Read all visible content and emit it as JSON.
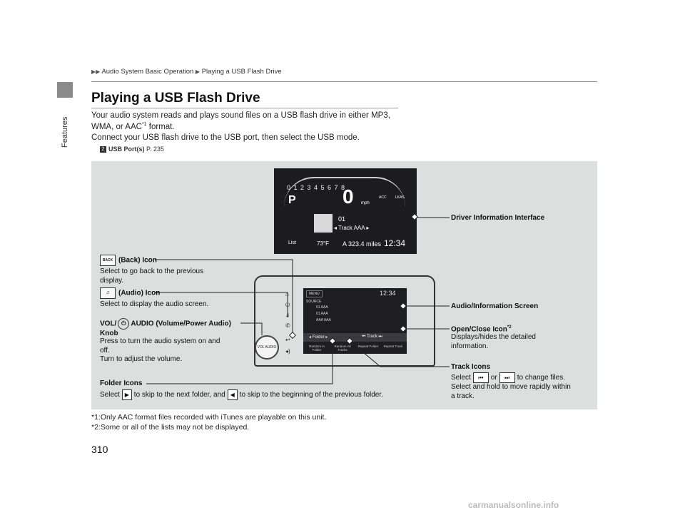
{
  "side_tab": {
    "label": "Features"
  },
  "breadcrumb": {
    "items": [
      "Audio System Basic Operation",
      "Playing a USB Flash Drive"
    ]
  },
  "page_title": "Playing a USB Flash Drive",
  "body": {
    "line1": "Your audio system reads and plays sound files on a USB flash drive in either MP3,",
    "line2a": "WMA, or AAC",
    "line2_sup": "*1",
    "line2b": " format.",
    "line3": "Connect your USB flash drive to the USB port, then select the USB mode."
  },
  "xref": {
    "label": "USB Port(s)",
    "page": "P. 235"
  },
  "dii": {
    "gauge_numbers": "0  1  2  3  4  5  6  7  8",
    "gear": "P",
    "speed": "0",
    "speed_unit": "mph",
    "acc": "ACC",
    "lkas": "LKAS",
    "track_number": "01",
    "track_name": "◂ Track AAA ▸",
    "list_label": "List",
    "temperature": "73°F",
    "odometer": "A 323.4 miles",
    "clock": "12:34"
  },
  "screen": {
    "menu": "MENU",
    "clock": "12:34",
    "source": "SOURCE",
    "rows": [
      "01 AAA",
      "01 AAA",
      "AAA        AAA"
    ],
    "folder_label": "◂   Folder   ▸",
    "track_label": "⏮   Track   ⏭",
    "buttons": [
      "Random in Folder",
      "Random All Tracks",
      "Repeat Folder",
      "Repeat Track"
    ]
  },
  "knob": {
    "label": "VOL AUDIO"
  },
  "annotations": {
    "back": {
      "icon": "BACK",
      "title": "(Back) Icon",
      "text1": "Select to go back to the previous",
      "text2": "display."
    },
    "audio": {
      "icon": "AUDIO",
      "title": "(Audio) Icon",
      "text1": "Select to display the audio screen."
    },
    "vol": {
      "title_a": "VOL/",
      "title_b": "AUDIO (Volume/Power Audio)",
      "title_c": "Knob",
      "text1": "Press to turn the audio system on and",
      "text2": "off.",
      "text3": "Turn to adjust the volume."
    },
    "folder": {
      "title": "Folder Icons",
      "text_a": "Select",
      "text_b": "to skip to the next folder, and",
      "text_c": "to skip to the beginning of the previous folder."
    },
    "dii": {
      "title": "Driver Information Interface"
    },
    "ais": {
      "title": "Audio/Information Screen"
    },
    "open_close": {
      "title": "Open/Close Icon",
      "sup": "*2",
      "text1": "Displays/hides the detailed",
      "text2": "information."
    },
    "track": {
      "title": "Track Icons",
      "text_a": "Select",
      "text_b": "or",
      "text_c": "to change files.",
      "text2": "Select and hold to move rapidly within",
      "text3": "a track."
    }
  },
  "footnotes": [
    "*1:Only AAC format files recorded with iTunes are playable on this unit.",
    "*2:Some or all of the lists may not be displayed."
  ],
  "page_number": "310",
  "watermark": "carmanualsonline.info"
}
